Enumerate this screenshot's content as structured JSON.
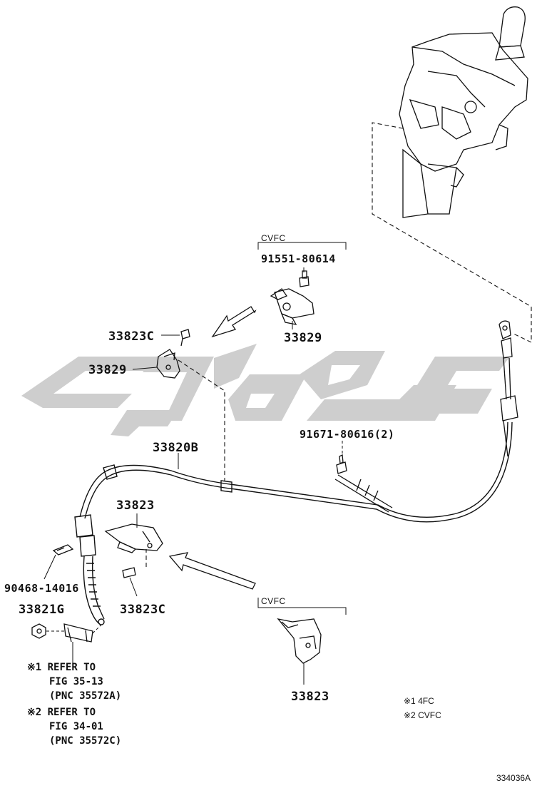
{
  "labels": {
    "cvfc_top": "CVFC",
    "bolt_top": "91551-80614",
    "bracket_top": "33829",
    "bolt_left": "33823C",
    "bracket_left": "33829",
    "cable": "33820B",
    "clamp_bolt": "91671-80616(2)",
    "bracket_lower": "33823",
    "clip": "90468-14016",
    "nut": "33821G",
    "bolt_lower": "33823C",
    "cvfc_bottom": "CVFC",
    "bracket_bottom": "33823"
  },
  "notes": [
    {
      "mark": "※1",
      "line1": "REFER TO",
      "line2": "FIG 35-13",
      "line3": "(PNC 35572A)"
    },
    {
      "mark": "※2",
      "line1": "REFER TO",
      "line2": "FIG 34-01",
      "line3": "(PNC 35572C)"
    }
  ],
  "legend": [
    {
      "mark": "※1",
      "text": "4FC"
    },
    {
      "mark": "※2",
      "text": "CVFC"
    }
  ],
  "diagram_code": "334036A",
  "watermark_color": "#c8c8c8",
  "line_color": "#111111"
}
